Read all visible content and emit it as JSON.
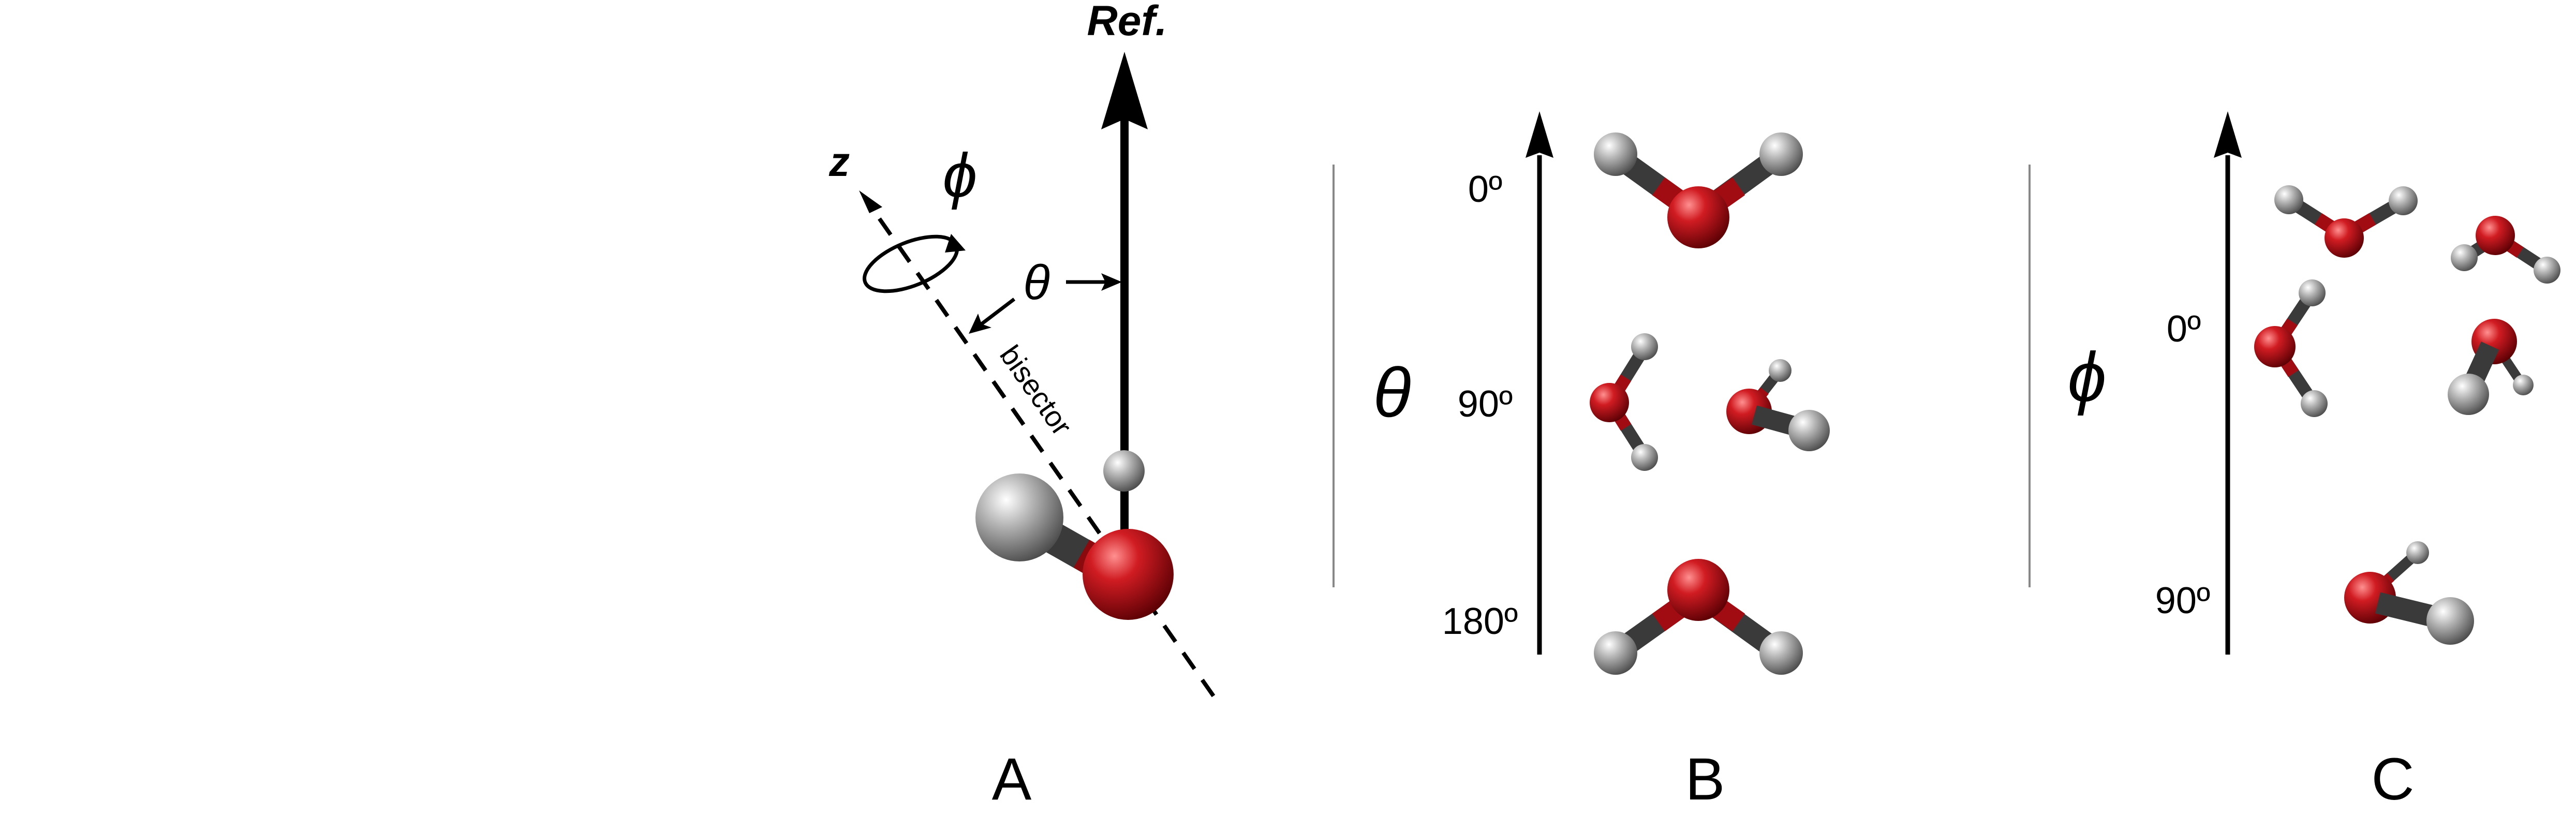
{
  "figure": {
    "panel_a": {
      "label": "A",
      "reference_label": "Ref.",
      "axis_label": "z",
      "theta_symbol": "θ",
      "phi_symbol": "ϕ",
      "bisector_label": "bisector"
    },
    "panel_b": {
      "label": "B",
      "angle_symbol": "θ",
      "ticks": [
        "0º",
        "90º",
        "180º"
      ]
    },
    "panel_c": {
      "label": "C",
      "angle_symbol": "ϕ",
      "ticks": [
        "0º",
        "90º"
      ]
    },
    "colors": {
      "oxygen": "#c0141a",
      "hydrogen": "#a8a8a8",
      "bond_dark": "#333333",
      "divider": "#888888"
    }
  }
}
